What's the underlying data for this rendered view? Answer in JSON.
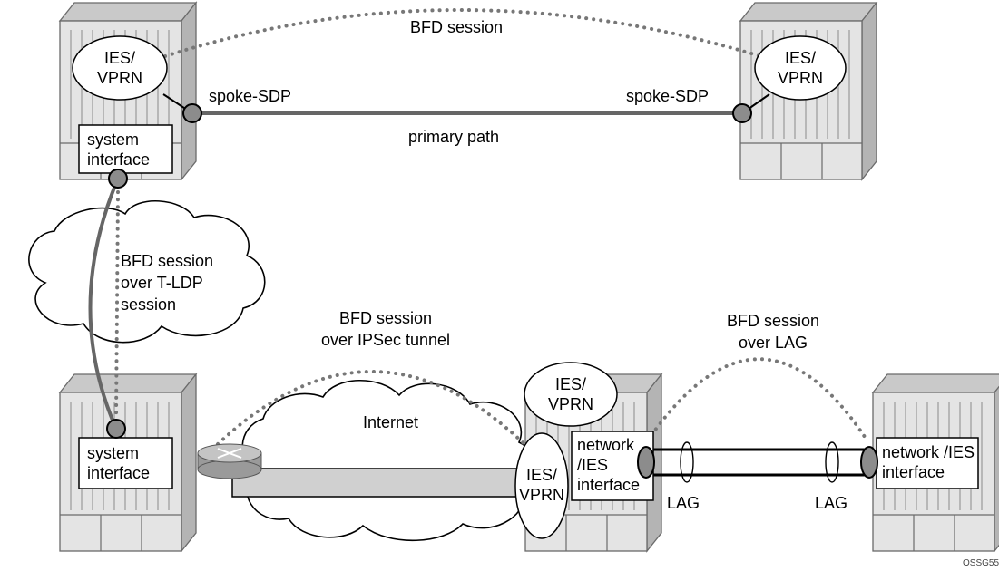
{
  "labels": {
    "bfd_session_top": "BFD session",
    "spoke_sdp_left": "spoke-SDP",
    "spoke_sdp_right": "spoke-SDP",
    "primary_path": "primary path",
    "ies_vprn": "IES/\nVPRN",
    "system_interface": "system\ninterface",
    "bfd_over_tldp": "BFD session\nover T-LDP\nsession",
    "bfd_over_ipsec": "BFD session\nover IPSec tunnel",
    "internet": "Internet",
    "bfd_over_lag": "BFD session\nover LAG",
    "network_ies_left": "network\n/IES\ninterface",
    "network_ies_right": "network /IES\ninterface",
    "lag_left": "LAG",
    "lag_right": "LAG",
    "figure_id": "OSSG55"
  },
  "colors": {
    "chassis_face": "#e4e4e4",
    "chassis_shadow": "#b4b4b4",
    "session_dots": "#777777",
    "link": "#666666",
    "port": "#8c8c8c"
  },
  "icons": {
    "router": "router-icon",
    "cloud": "cloud-icon",
    "chassis": "chassis-icon"
  }
}
